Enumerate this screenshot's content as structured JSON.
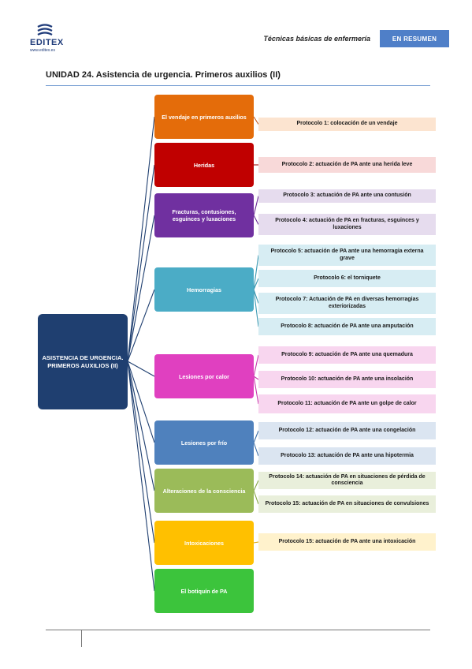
{
  "header": {
    "logo_text": "EDITEX",
    "logo_url": "www.editex.es",
    "book_title": "Técnicas básicas de enfermería",
    "badge": "EN RESUMEN"
  },
  "unit_title": "UNIDAD 24. Asistencia de urgencia. Primeros auxilios (II)",
  "root": {
    "label": "ASISTENCIA DE URGENCIA. PRIMEROS AUXILIOS (II)",
    "color": "#1f3f70"
  },
  "categories": [
    {
      "label": "El vendaje en primeros auxilios",
      "color": "#e46c0a",
      "proto_bg": "#fce4d0",
      "line": "#c0581e",
      "protocols": [
        "Protocolo 1: colocación de un vendaje"
      ]
    },
    {
      "label": "Heridas",
      "color": "#c00000",
      "proto_bg": "#f8d9d9",
      "line": "#a01010",
      "protocols": [
        "Protocolo 2: actuación de PA ante una herida leve"
      ]
    },
    {
      "label": "Fracturas, contusiones, esguinces y luxaciones",
      "color": "#7030a0",
      "proto_bg": "#e6dcee",
      "line": "#6a2a96",
      "protocols": [
        "Protocolo 3: actuación de PA ante una contusión",
        "Protocolo 4: actuación de PA en fracturas, esguinces y luxaciones"
      ]
    },
    {
      "label": "Hemorragias",
      "color": "#4bacc6",
      "proto_bg": "#d7edf3",
      "line": "#3e9ab3",
      "protocols": [
        "Protocolo 5: actuación de PA ante una hemorragia externa grave",
        "Protocolo 6: el torniquete",
        "Protocolo 7: Actuación de PA en diversas hemorragias exteriorizadas",
        "Protocolo 8: actuación de PA ante una amputación"
      ]
    },
    {
      "label": "Lesiones por calor",
      "color": "#e040c0",
      "proto_bg": "#f8d6ef",
      "line": "#c93aad",
      "protocols": [
        "Protocolo 9: actuación de PA ante una quemadura",
        "Protocolo 10: actuación de PA ante una insolación",
        "Protocolo 11: actuación de PA ante un golpe de calor"
      ]
    },
    {
      "label": "Lesiones por frío",
      "color": "#4f81bd",
      "proto_bg": "#dbe5f1",
      "line": "#3e6fa8",
      "protocols": [
        "Protocolo 12: actuación de PA ante una congelación",
        "Protocolo 13: actuación de PA ante una hipotermia"
      ]
    },
    {
      "label": "Alteraciones de la consciencia",
      "color": "#9bbb59",
      "proto_bg": "#e9efdb",
      "line": "#86a546",
      "protocols": [
        "Protocolo 14: actuación de PA en situaciones de pérdida de consciencia",
        "Protocolo 15: actuación de PA en situaciones de convulsiones"
      ]
    },
    {
      "label": "Intoxicaciones",
      "color": "#ffc000",
      "proto_bg": "#fff2cc",
      "line": "#d9a400",
      "protocols": [
        "Protocolo 15: actuación de PA ante una intoxicación"
      ]
    },
    {
      "label": "El botiquín de PA",
      "color": "#3cc43c",
      "proto_bg": "",
      "line": "#2fa82f",
      "protocols": []
    }
  ]
}
